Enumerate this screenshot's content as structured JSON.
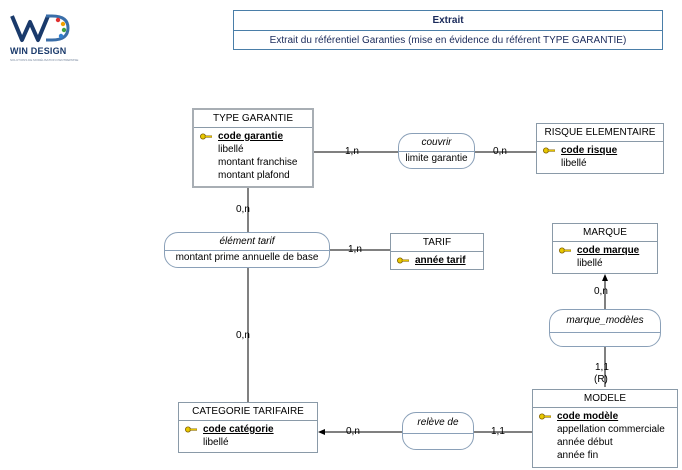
{
  "logo": {
    "brand": "WIN DESIGN",
    "tagline": "SOLUTIONS DE MODÉLISATION D'ENTREPRISE",
    "icon": "windesign-logo-icon"
  },
  "header": {
    "title": "Extrait",
    "subtitle": "Extrait du référentiel Garanties (mise en évidence du référent TYPE GARANTIE)"
  },
  "entities": {
    "type_garantie": {
      "name": "TYPE GARANTIE",
      "id_attr": "code garantie",
      "attrs": [
        "libellé",
        "montant franchise",
        "montant plafond"
      ]
    },
    "risque_elementaire": {
      "name": "RISQUE ELEMENTAIRE",
      "id_attr": "code risque",
      "attrs": [
        "libellé"
      ]
    },
    "tarif": {
      "name": "TARIF",
      "id_attr": "année tarif",
      "attrs": []
    },
    "marque": {
      "name": "MARQUE",
      "id_attr": "code marque",
      "attrs": [
        "libellé"
      ]
    },
    "categorie_tarifaire": {
      "name": "CATEGORIE TARIFAIRE",
      "id_attr": "code catégorie",
      "attrs": [
        "libellé"
      ]
    },
    "modele": {
      "name": "MODELE",
      "id_attr": "code modèle",
      "attrs": [
        "appellation commerciale",
        "année début",
        "année fin"
      ]
    }
  },
  "associations": {
    "couvrir": {
      "name": "couvrir",
      "attr": "limite garantie"
    },
    "element_tarif": {
      "name": "élément tarif",
      "attr": "montant prime annuelle de base"
    },
    "marque_modeles": {
      "name": "marque_modèles",
      "attr": ""
    },
    "releve_de": {
      "name": "relève de",
      "attr": ""
    }
  },
  "cardinalities": {
    "tg_couvrir": "1,n",
    "couvrir_risque": "0,n",
    "tg_element": "0,n",
    "element_tarif": "1,n",
    "element_categorie": "0,n",
    "marque_mm": "0,n",
    "modele_mm": "1,1",
    "modele_mm_r": "(R)",
    "categorie_releve": "0,n",
    "modele_releve": "1,1"
  },
  "colors": {
    "entity_border": "#8a9aa8",
    "association_border": "#8aa0b8",
    "header_border": "#4a7ea8",
    "key_icon": "#e8c800"
  }
}
